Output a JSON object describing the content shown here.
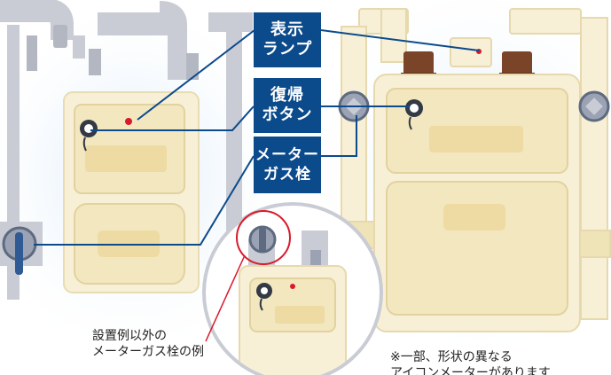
{
  "labels": {
    "display_lamp": [
      "表示",
      "ランプ"
    ],
    "reset_button": [
      "復帰",
      "ボタン"
    ],
    "meter_gas_valve": [
      "メーター",
      "ガス栓"
    ]
  },
  "captions": {
    "other_valve_example": [
      "設置例以外の",
      "メーターガス栓の例"
    ],
    "note": [
      "※一部、形状の異なる",
      "アイコンメーターがあります"
    ]
  },
  "colors": {
    "label_bg": "#0b4a8b",
    "leader_line": "#0b4a8b",
    "highlight_circle": "#d91a2a",
    "meter_body": "#f7f0d6",
    "pipe": "#c9ccd4",
    "glow": "#cfe4f7"
  }
}
